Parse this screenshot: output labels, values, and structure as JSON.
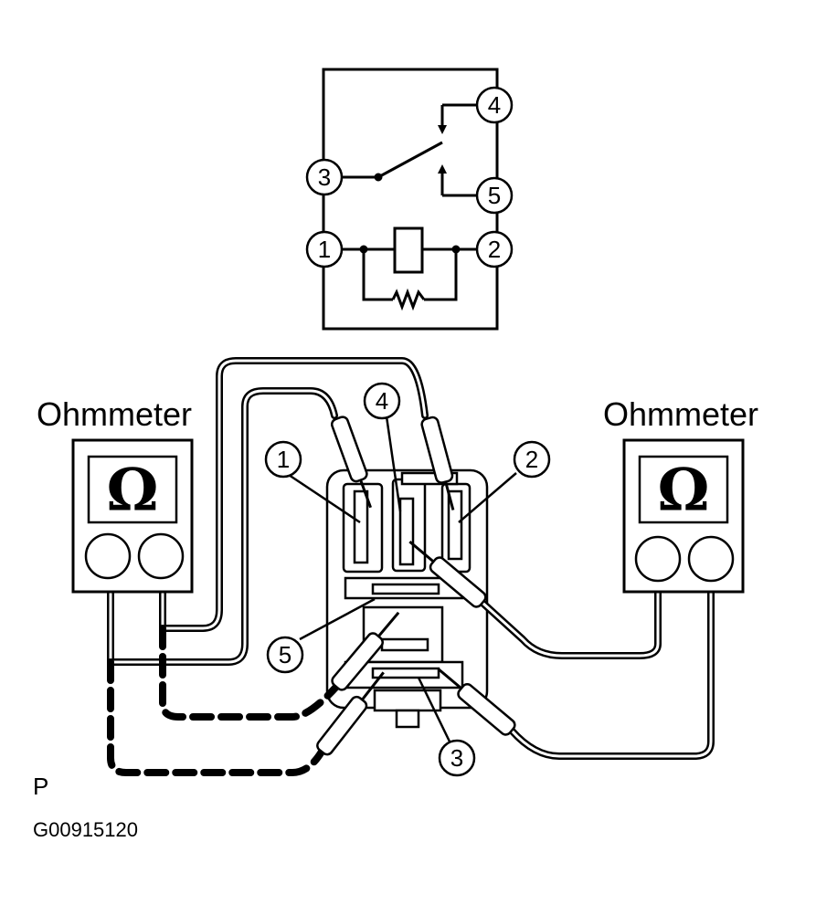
{
  "schematic": {
    "terminals": [
      "1",
      "2",
      "3",
      "4",
      "5"
    ]
  },
  "relay": {
    "terminals": [
      "1",
      "2",
      "3",
      "4",
      "5"
    ]
  },
  "meters": {
    "left": {
      "label": "Ohmmeter",
      "symbol": "Ω"
    },
    "right": {
      "label": "Ohmmeter",
      "symbol": "Ω"
    }
  },
  "footer": {
    "view_letter": "P",
    "figure_code": "G00915120"
  }
}
